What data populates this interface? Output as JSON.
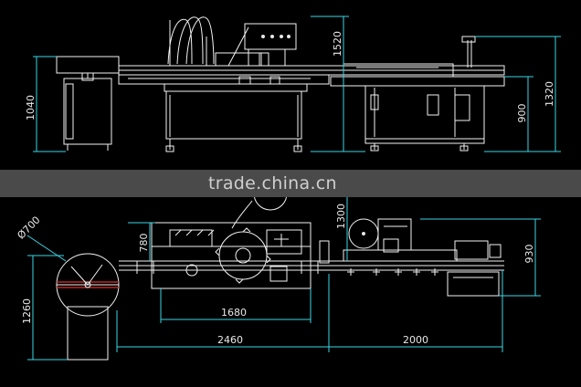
{
  "watermark": "trade.china.cn",
  "dimensions": {
    "top_left_height": "1040",
    "top_filler_height": "1520",
    "top_right_inner": "900",
    "top_right_outer": "1320",
    "bottom_diameter": "Ø700",
    "bottom_width_780": "780",
    "bottom_height_1300": "1300",
    "bottom_right_930": "930",
    "bottom_left_1260": "1260",
    "bottom_span_1680": "1680",
    "bottom_total_2460": "2460",
    "bottom_total_2000": "2000"
  },
  "colors": {
    "background": "#000000",
    "machine_lines": "#f2f2f2",
    "dimension_lines": "#39d7e6",
    "highlight": "#e0312c",
    "watermark_band": "#4a4a4a"
  }
}
